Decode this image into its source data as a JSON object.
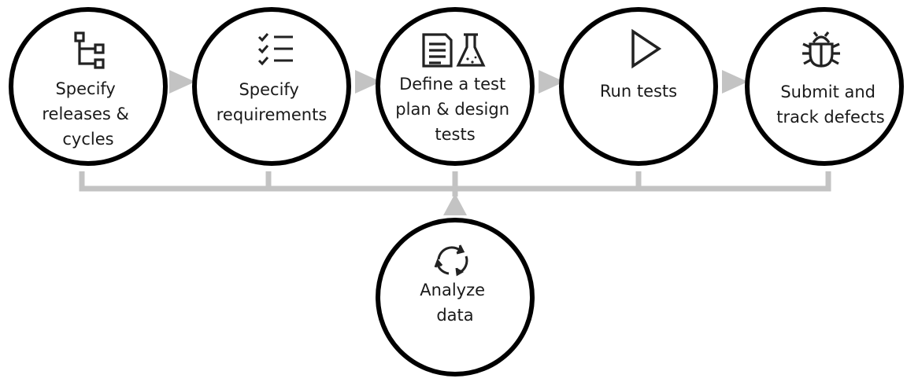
{
  "steps": [
    {
      "id": "releases",
      "label_lines": [
        "Specify",
        "releases &",
        "cycles"
      ],
      "icon": "hierarchy-icon"
    },
    {
      "id": "requirements",
      "label_lines": [
        "Specify",
        "requirements"
      ],
      "icon": "checklist-icon"
    },
    {
      "id": "test-plan",
      "label_lines": [
        "Define a test",
        "plan & design",
        "tests"
      ],
      "icon": "document-flask-icon"
    },
    {
      "id": "run-tests",
      "label_lines": [
        "Run tests"
      ],
      "icon": "play-icon"
    },
    {
      "id": "defects",
      "label_lines": [
        "Submit and",
        "track defects"
      ],
      "icon": "bug-icon"
    }
  ],
  "analyze": {
    "label_lines": [
      "Analyze",
      "data"
    ],
    "icon": "refresh-cycle-icon"
  },
  "colors": {
    "circle_stroke": "#000000",
    "connector": "#c3c3c3",
    "text": "#1a1a1a"
  }
}
